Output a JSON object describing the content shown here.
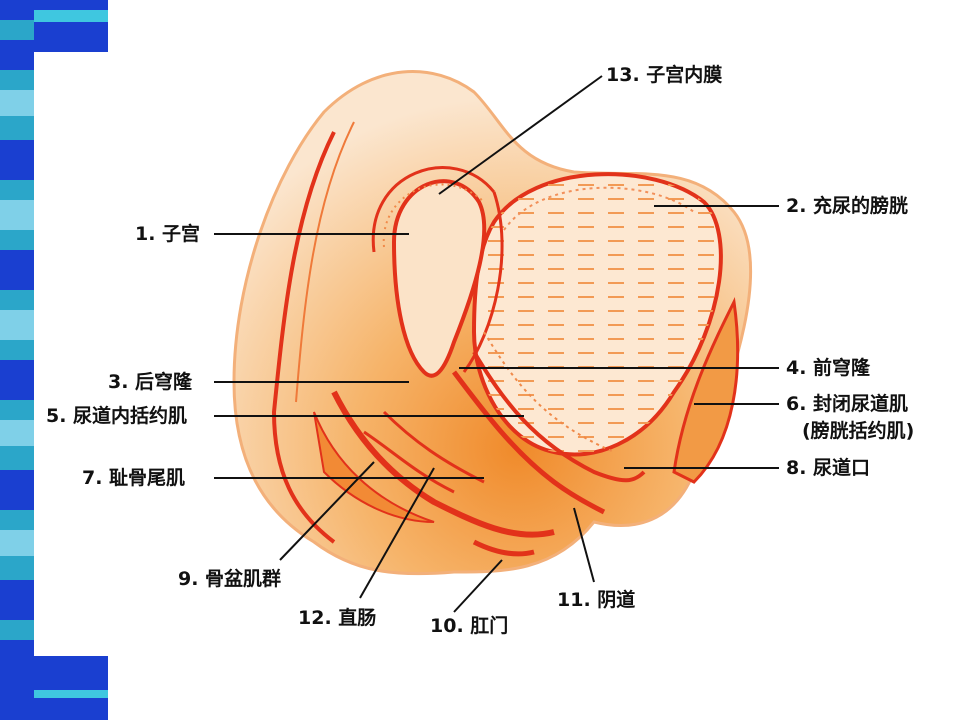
{
  "diagram": {
    "labels": {
      "uterus": "1. 子宫",
      "bladder": "2. 充尿的膀胱",
      "posterior_fornix": "3. 后穹隆",
      "anterior_fornix": "4. 前穹隆",
      "urethral_sphincter": "5. 尿道内括约肌",
      "closing_muscle": "6. 封闭尿道肌",
      "closing_muscle_sub": "(膀胱括约肌)",
      "coccygeus": "7. 耻骨尾肌",
      "urethral_orifice": "8. 尿道口",
      "pelvic_muscles": "9. 骨盆肌群",
      "anus": "10. 肛门",
      "vagina": "11. 阴道",
      "rectum": "12. 直肠",
      "endometrium": "13. 子宫内膜"
    }
  },
  "colors": {
    "strip_blue": "#1a3fd0",
    "strip_cyan": "#2ba6c9",
    "tissue_light": "#f9d9b8",
    "tissue_mid": "#f5a64f",
    "tissue_red": "#e2321a"
  }
}
